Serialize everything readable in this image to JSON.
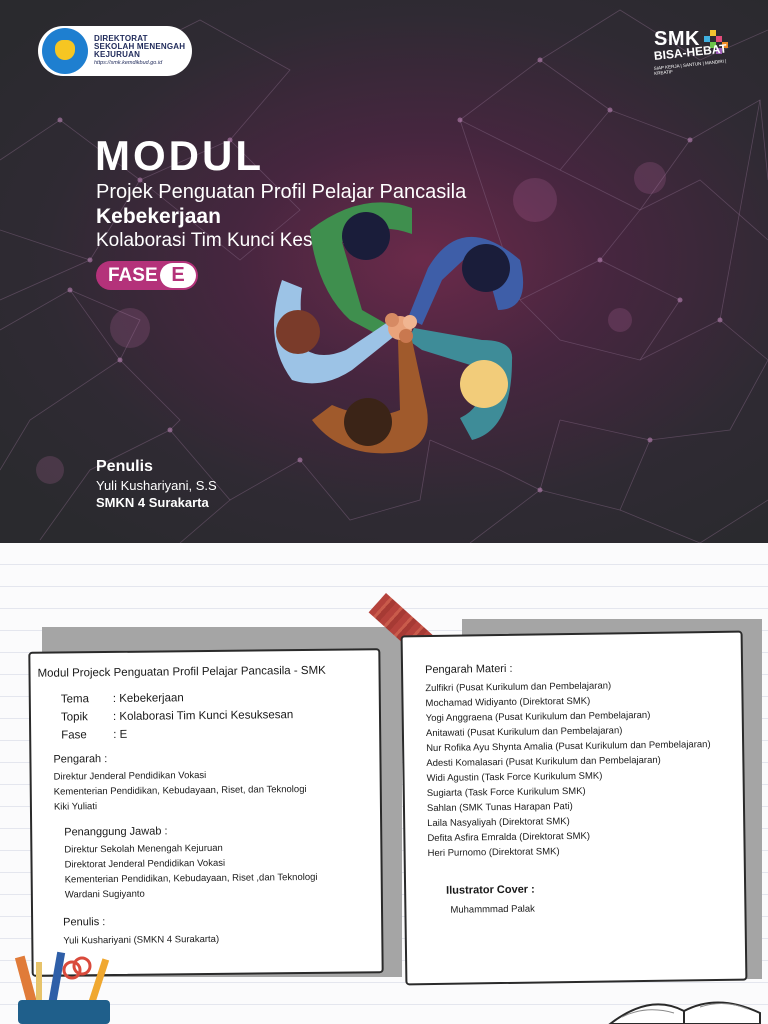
{
  "cover": {
    "logo_lines": [
      "DIREKTORAT",
      "SEKOLAH MENENGAH",
      "KEJURUAN"
    ],
    "logo_url": "https://smk.kemdikbud.go.id",
    "brand_smk": "SMK",
    "brand_tagline": "BISA-HEBAT",
    "brand_small": "SIAP KERJA | SANTUN | MANDIRI | KREATIF",
    "title": "MODUL",
    "subtitle": "Projek Penguatan Profil Pelajar Pancasila",
    "theme": "Kebekerjaan",
    "topic": "Kolaborasi Tim Kunci Kesuksesan",
    "phase_label": "FASE",
    "phase_value": "E",
    "author_heading": "Penulis",
    "author_name": "Yuli Kushariyani, S.S",
    "author_school": "SMKN 4 Surakarta"
  },
  "credits": {
    "left": {
      "title": "Modul Projeck Penguatan Profil Pelajar Pancasila - SMK",
      "meta": [
        {
          "key": "Tema",
          "value": ": Kebekerjaan"
        },
        {
          "key": "Topik",
          "value": ": Kolaborasi Tim Kunci Kesuksesan"
        },
        {
          "key": "Fase",
          "value": ": E"
        }
      ],
      "pengarah_heading": "Pengarah :",
      "pengarah": [
        "Direktur Jenderal Pendidikan Vokasi",
        "Kementerian Pendidikan, Kebudayaan, Riset, dan Teknologi",
        "Kiki Yuliati"
      ],
      "pj_heading": "Penanggung Jawab :",
      "pj": [
        "Direktur Sekolah Menengah Kejuruan",
        "Direktorat Jenderal Pendidikan Vokasi",
        "Kementerian Pendidikan, Kebudayaan, Riset ,dan Teknologi",
        "Wardani Sugiyanto"
      ],
      "penulis_heading": "Penulis  :",
      "penulis": [
        "Yuli Kushariyani (SMKN 4 Surakarta)"
      ]
    },
    "right": {
      "materi_heading": "Pengarah Materi :",
      "materi": [
        "Zulfikri (Pusat Kurikulum dan Pembelajaran)",
        "Mochamad Widiyanto (Direktorat SMK)",
        "Yogi Anggraena (Pusat Kurikulum dan Pembelajaran)",
        "Anitawati (Pusat Kurikulum dan Pembelajaran)",
        "Nur Rofika Ayu Shynta Amalia (Pusat Kurikulum dan Pembelajaran)",
        "Adesti Komalasari (Pusat Kurikulum dan Pembelajaran)",
        "Widi Agustin (Task Force Kurikulum SMK)",
        "Sugiarta (Task Force Kurikulum SMK)",
        "Sahlan (SMK Tunas Harapan Pati)",
        "Laila Nasyaliyah (Direktorat SMK)",
        "Defita Asfira Emralda (Direktorat SMK)",
        "Heri Purnomo (Direktorat SMK)"
      ],
      "illustrator_heading": "Ilustrator Cover :",
      "illustrator": "Muhammmad Palak"
    }
  },
  "colors": {
    "cover_bg": "#2f2a33",
    "accent": "#b4327a",
    "network_line": "#8a6b8a"
  }
}
